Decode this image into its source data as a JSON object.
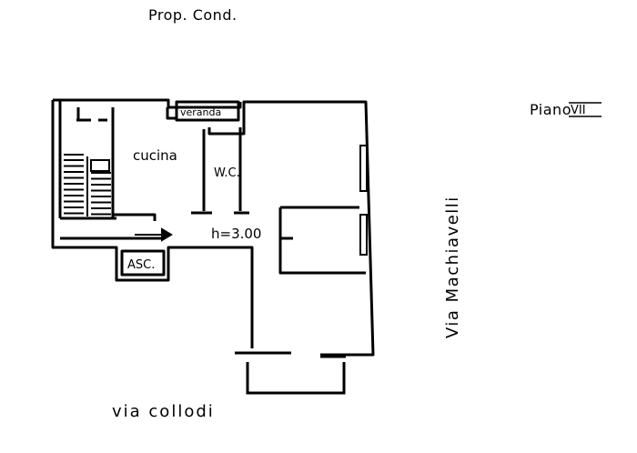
{
  "labels": {
    "top_owner": "Prop. Cond.",
    "floor_prefix": "Piano",
    "floor_roman": "VII",
    "street_bottom": "via collodi",
    "street_right": "Via Machiavelli",
    "room_kitchen": "cucina",
    "room_wc": "W.C.",
    "room_veranda": "veranda",
    "room_lift": "ASC.",
    "height": "h=3.00"
  }
}
